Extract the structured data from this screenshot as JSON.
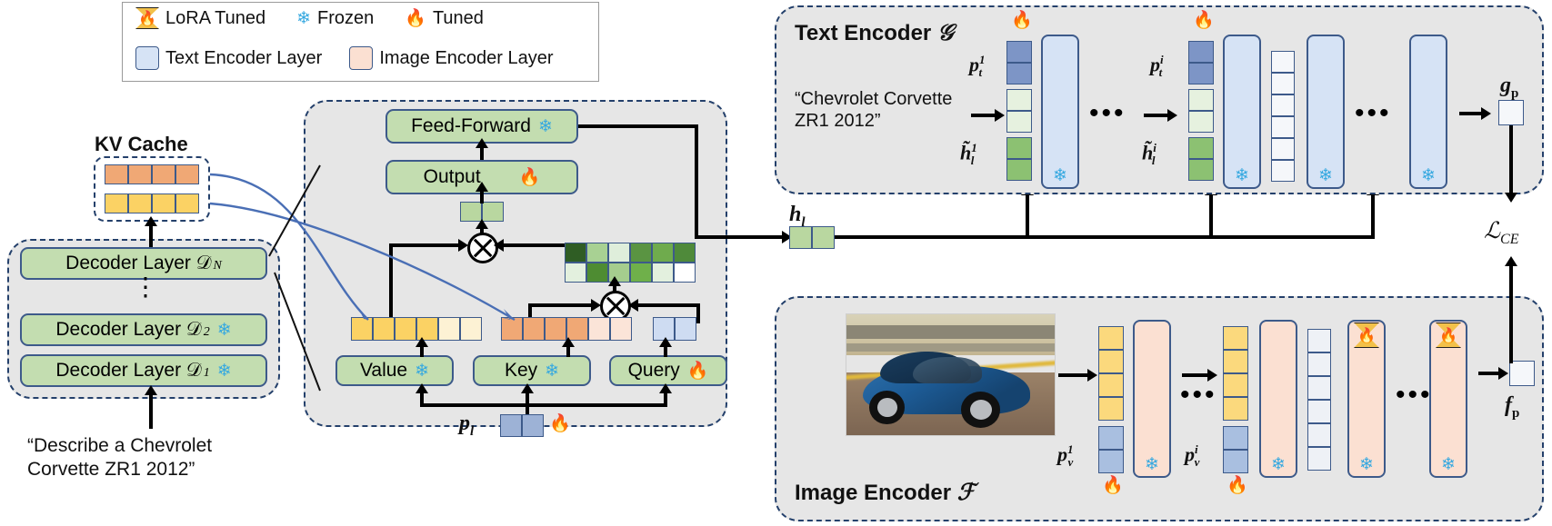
{
  "legend": {
    "items": [
      {
        "icon": "lora-icon",
        "label": "LoRA Tuned"
      },
      {
        "icon": "snowflake-icon",
        "label": "Frozen"
      },
      {
        "icon": "flame-icon",
        "label": "Tuned"
      },
      {
        "icon": "text-layer-swatch",
        "label": "Text Encoder Layer"
      },
      {
        "icon": "image-layer-swatch",
        "label": "Image Encoder Layer"
      }
    ]
  },
  "llm": {
    "kv_cache_title": "KV Cache",
    "decoder_top": "Decoder Layer 𝒟",
    "decoder_top_sub": "N",
    "decoder_2": "Decoder Layer 𝒟",
    "decoder_2_sub": "2",
    "decoder_1": "Decoder Layer 𝒟",
    "decoder_1_sub": "1",
    "prompt_line1": "“Describe a Chevrolet",
    "prompt_line2": "Corvette ZR1 2012”",
    "vdots": "⋮"
  },
  "attention": {
    "feed_forward": "Feed-Forward",
    "output": "Output",
    "value": "Value",
    "key": "Key",
    "query": "Query",
    "input_label": "p",
    "input_sub": "l",
    "op_symbol": "⊗"
  },
  "text_encoder": {
    "title": "Text Encoder",
    "symbol": "𝒢",
    "caption_line1": "“Chevrolet Corvette",
    "caption_line2": "ZR1 2012”",
    "prompt_first": "p",
    "prompt_first_sup": "1",
    "prompt_first_sub": "t",
    "prompt_ith": "p",
    "prompt_ith_sup": "i",
    "prompt_ith_sub": "t",
    "hidden_first": "h̃",
    "hidden_first_sup": "1",
    "hidden_first_sub": "l",
    "hidden_ith": "h̃",
    "hidden_ith_sup": "i",
    "hidden_ith_sub": "l",
    "output_label": "g",
    "output_sub": "p",
    "ellipsis": "•••"
  },
  "image_encoder": {
    "title": "Image Encoder",
    "symbol": "ℱ",
    "prompt_first": "p",
    "prompt_first_sup": "1",
    "prompt_first_sub": "v",
    "prompt_ith": "p",
    "prompt_ith_sup": "i",
    "prompt_ith_sub": "v",
    "output_label": "f",
    "output_sub": "p",
    "ellipsis": "•••",
    "photo_alt": "blue Chevrolet Corvette ZR1 on a road"
  },
  "bridge": {
    "hidden_label": "h",
    "hidden_sub": "l",
    "loss_label": "ℒ",
    "loss_sub": "CE"
  },
  "colors": {
    "panel_bg": "#e6e6e6",
    "panel_border": "#24406b",
    "green_module": "#c3ddb0",
    "text_layer": "#d6e3f5",
    "image_layer": "#fbe0d2",
    "kv_key": "#f0a875",
    "kv_value": "#fbd264",
    "prompt_text": "#7d95c6",
    "prompt_image": "#a9bfe0",
    "snowflake": "#35a8e0",
    "blue_connector": "#4a6fb5"
  },
  "chart_data": {
    "type": "heatmap",
    "title": "attention-weight matrix",
    "rows": 2,
    "cols": 6,
    "values": [
      [
        0.92,
        0.42,
        0.12,
        0.68,
        0.55,
        0.7
      ],
      [
        0.1,
        0.66,
        0.4,
        0.58,
        0.12,
        0.02
      ]
    ],
    "colormap": "greens"
  },
  "vectors": {
    "kv_key_cells": 4,
    "kv_value_cells": 4,
    "value_row": [
      1,
      1,
      1,
      1,
      0.18,
      0.18
    ],
    "key_row": [
      1,
      1,
      1,
      1,
      0.18,
      0.18
    ],
    "query_row": [
      1,
      1
    ],
    "context_row": [
      1,
      1
    ],
    "text_prompt_cells": 2,
    "text_pale_cells": 2,
    "text_hidden_cells": 2,
    "image_patch_cells": 4,
    "image_prompt_cells": 2,
    "blank_stack_cells": 6
  }
}
